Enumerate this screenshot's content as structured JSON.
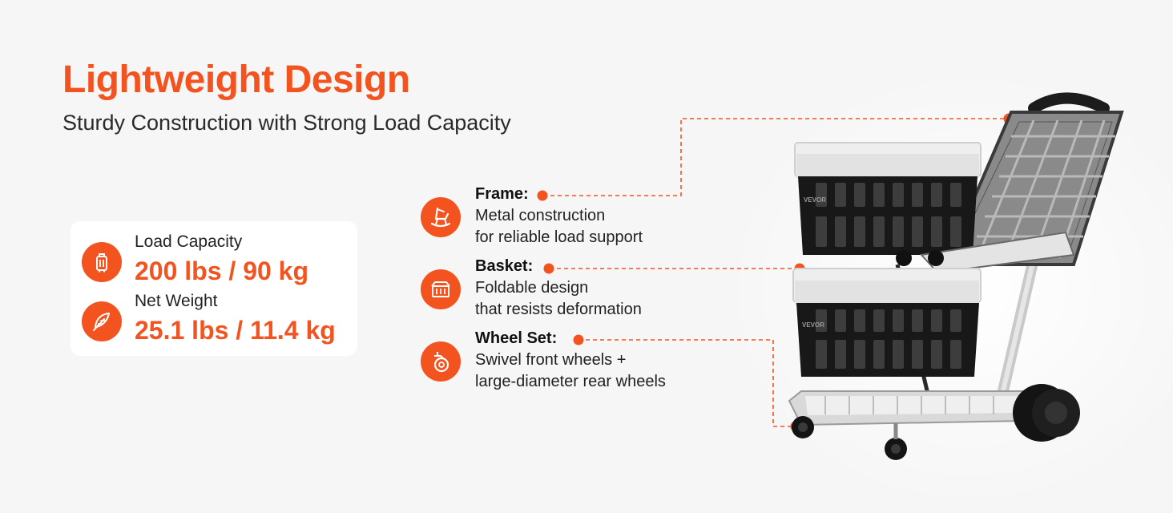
{
  "header": {
    "title": "Lightweight Design",
    "subtitle": "Sturdy Construction with Strong Load Capacity"
  },
  "specs": [
    {
      "label": "Load Capacity",
      "value": "200 lbs / 90 kg",
      "icon": "luggage-icon"
    },
    {
      "label": "Net Weight",
      "value": "25.1 lbs / 11.4 kg",
      "icon": "feather-icon"
    }
  ],
  "features": [
    {
      "title": "Frame:",
      "lines": [
        "Metal construction",
        "for reliable load support"
      ],
      "icon": "rocking-chair-icon"
    },
    {
      "title": "Basket:",
      "lines": [
        "Foldable design",
        "that resists deformation"
      ],
      "icon": "crate-icon"
    },
    {
      "title": "Wheel Set:",
      "lines": [
        "Swivel front wheels +",
        "large-diameter rear wheels"
      ],
      "icon": "caster-wheel-icon"
    }
  ],
  "product": {
    "brand_label": "VEVOR"
  },
  "colors": {
    "accent": "#f3541f",
    "background": "#f6f6f6",
    "card": "#ffffff"
  }
}
